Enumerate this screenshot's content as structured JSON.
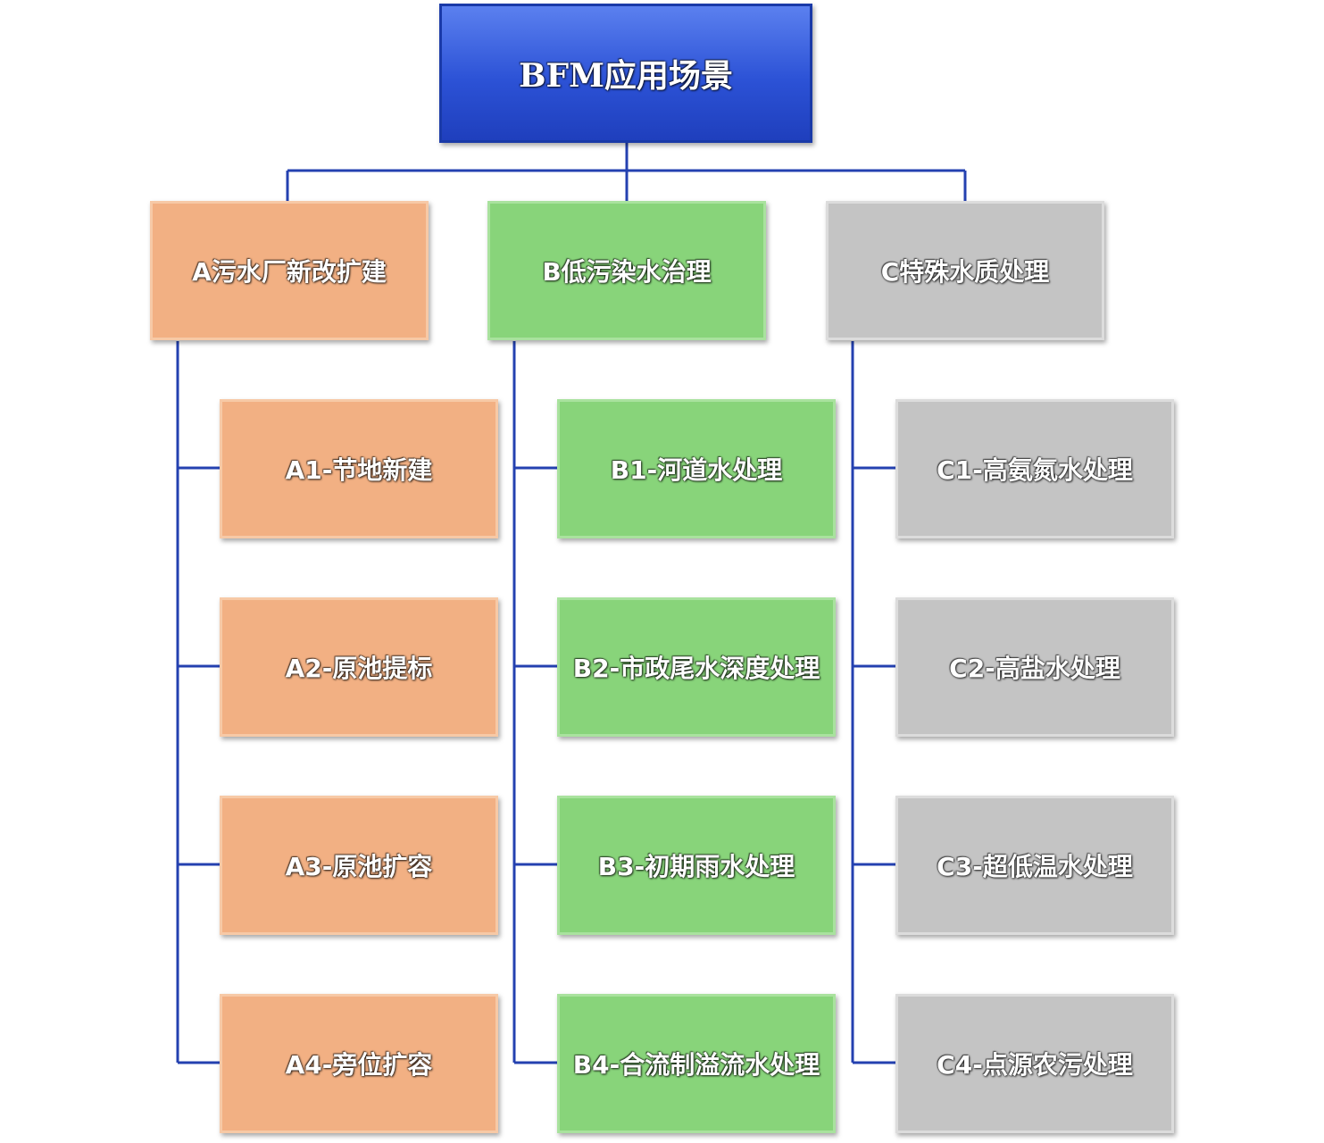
{
  "root": {
    "label": "BFM应用场景"
  },
  "categories": [
    {
      "label": "A污水厂新改扩建",
      "items": [
        "A1-节地新建",
        "A2-原池提标",
        "A3-原池扩容",
        "A4-旁位扩容"
      ]
    },
    {
      "label": "B低污染水治理",
      "items": [
        "B1-河道水处理",
        "B2-市政尾水深度处理",
        "B3-初期雨水处理",
        "B4-合流制溢流水处理"
      ]
    },
    {
      "label": "C特殊水质处理",
      "items": [
        "C1-高氨氮水处理",
        "C2-高盐水处理",
        "C3-超低温水处理",
        "C4-点源农污处理"
      ]
    }
  ],
  "colors": {
    "connector": "#2441b0",
    "root": "#2c52d6",
    "category_a": "#f2b083",
    "category_b": "#88d47a",
    "category_c": "#c4c4c4"
  }
}
